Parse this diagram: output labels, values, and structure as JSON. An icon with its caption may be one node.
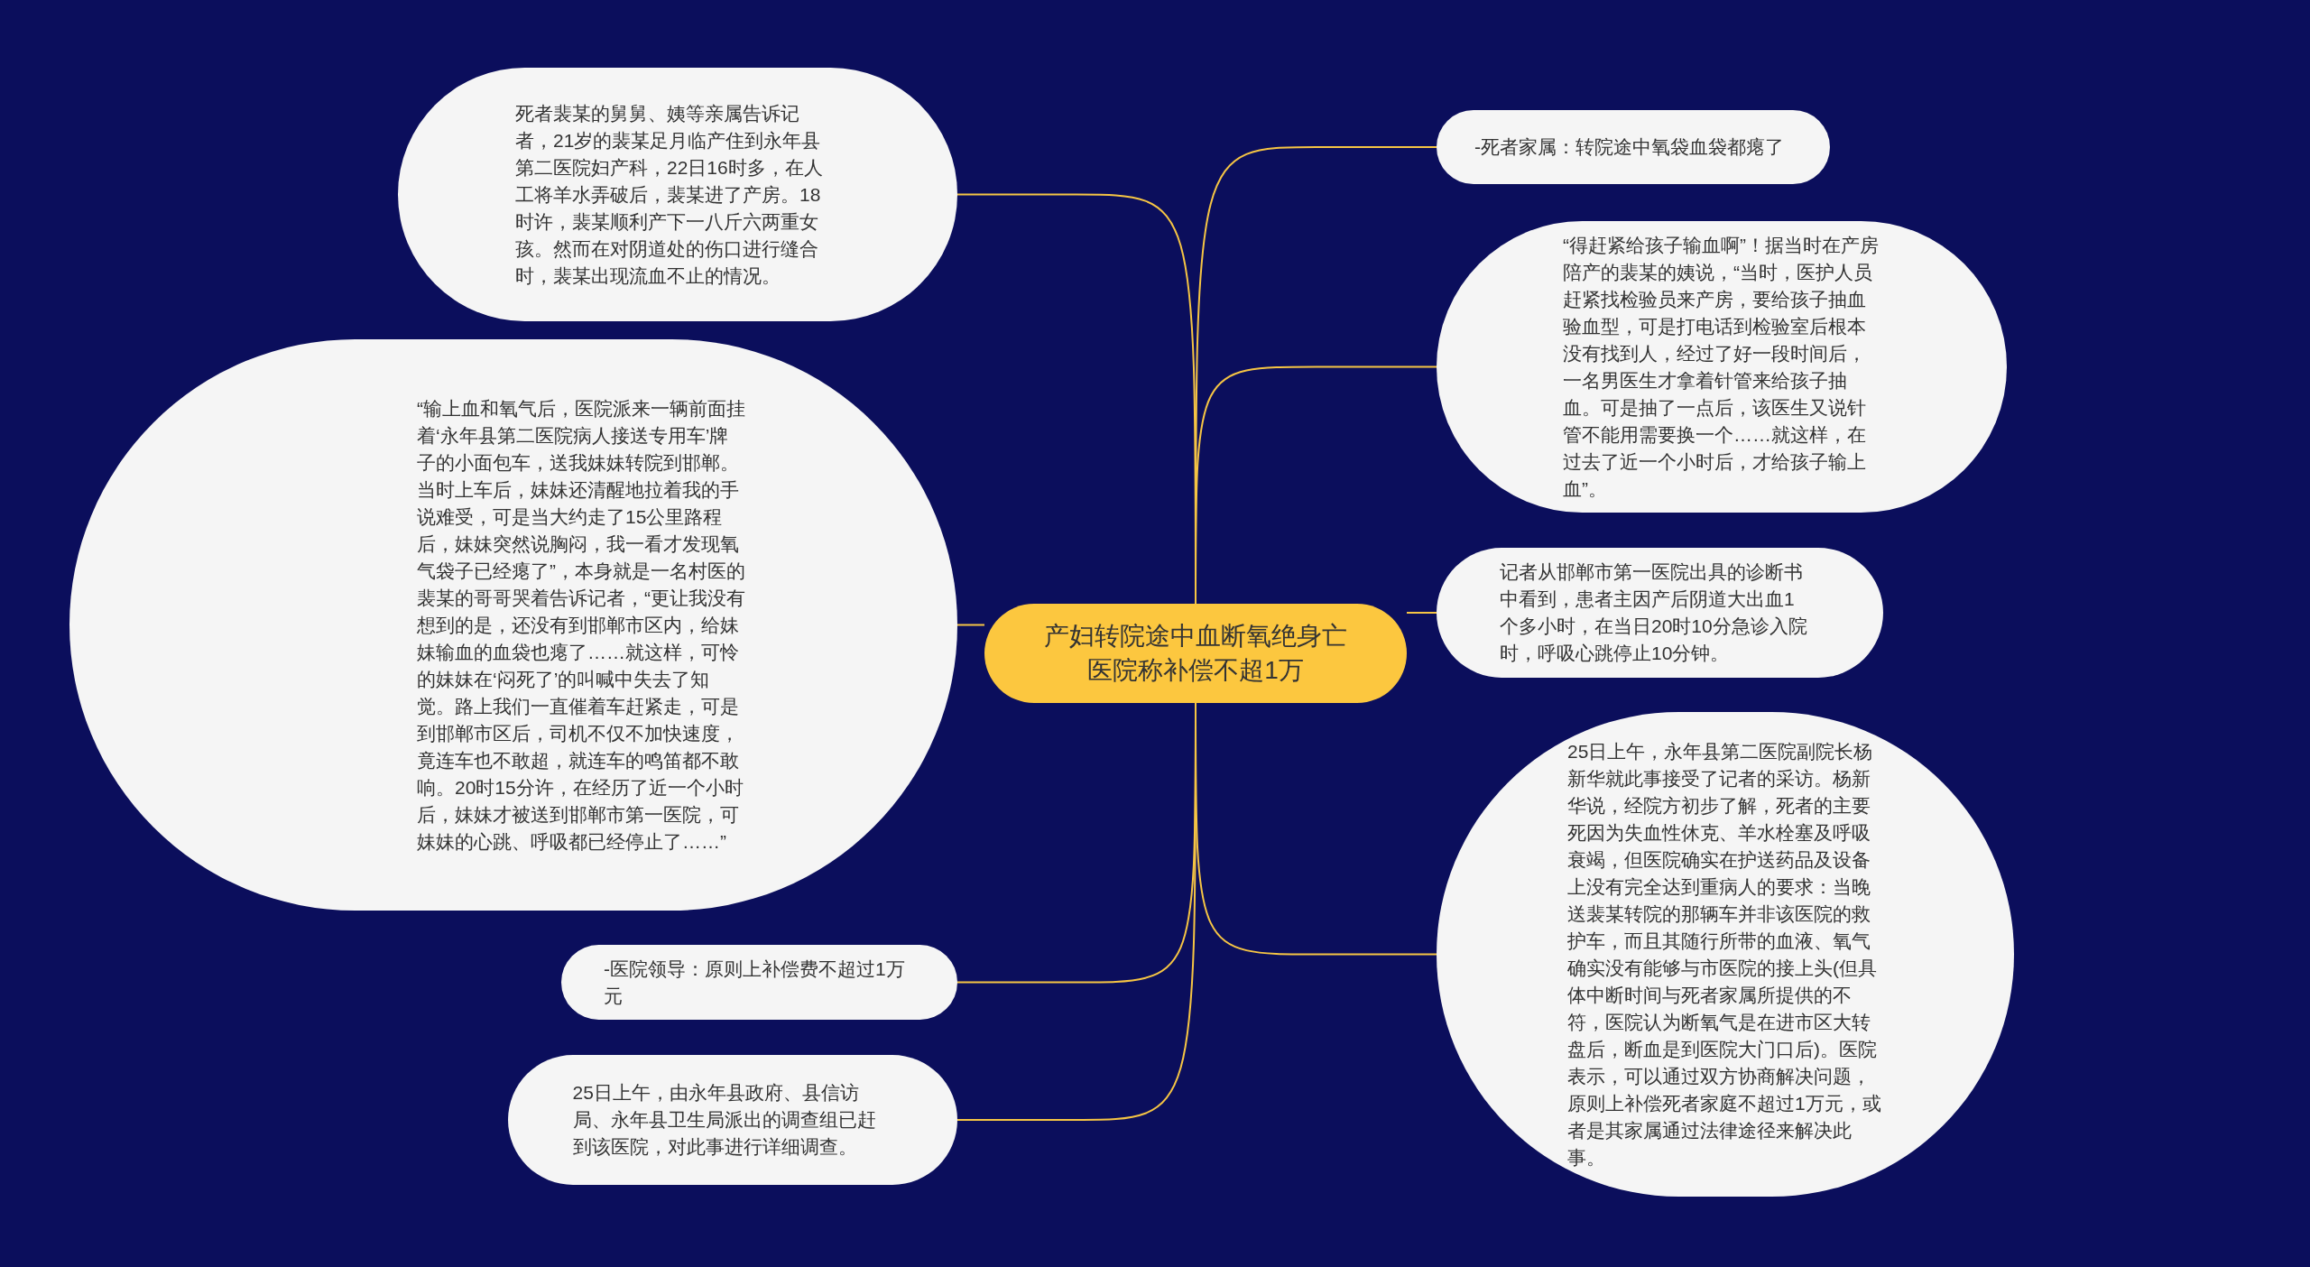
{
  "diagram": {
    "nodes": [
      {
        "text": [
          "产妇转院途中血断氧绝身亡医院称补偿不超1万"
        ]
      },
      {
        "text": [
          "死者裴某的舅舅、姨等亲属告诉记者，21岁的裴某足月临产住到永年县第二医院妇产科，22日16时多，在人工将羊水弄破后，裴某进了产房。18时许，裴某顺利产下一八斤六两重女孩。然而在对阴道处的伤口进行缝合时，裴某出现流血不止的情况。"
        ]
      },
      {
        "text": [
          "“输上血和氧气后，医院派来一辆前面挂着‘永年县第二医院病人接送专用车’牌子的小面包车，送我妹妹转院到邯郸。当时上车后，妹妹还清醒地拉着我的手说难受，可是当大约走了15公里路程后，妹妹突然说胸闷，我一看才发现氧气袋子已经瘪了”，本身就是一名村医的裴某的哥哥哭着告诉记者，“更让我没有想到的是，还没有到邯郸市区内，给妹妹输血的血袋也瘪了……就这样，可怜的妹妹在‘闷死了’的叫喊中失去了知觉。路上我们一直催着车赶紧走，可是到邯郸市区后，司机不仅不加快速度，竟连车也不敢超，就连车的鸣笛都不敢响。20时15分许，在经历了近一个小时后，妹妹才被送到邯郸市第一医院，可妹妹的心跳、呼吸都已经停止了……”"
        ]
      },
      {
        "text": [
          "-医院领导：原则上补偿费不超过1万元"
        ]
      },
      {
        "text": [
          "25日上午，由永年县政府、县信访局、永年县卫生局派出的调查组已赶到该医院，对此事进行详细调查。"
        ]
      },
      {
        "text": [
          "-死者家属：转院途中氧袋血袋都瘪了"
        ]
      },
      {
        "text": [
          "“得赶紧给孩子输血啊”！据当时在产房陪产的裴某的姨说，“当时，医护人员赶紧找检验员来产房，要给孩子抽血验血型，可是打电话到检验室后根本没有找到人，经过了好一段时间后，一名男医生才拿着针管来给孩子抽血。可是抽了一点后，该医生又说针管不能用需要换一个……就这样，在过去了近一个小时后，才给孩子输上血”。"
        ]
      },
      {
        "text": [
          "记者从邯郸市第一医院出具的诊断书中看到，患者主因产后阴道大出血1个多小时，在当日20时10分急诊入院时，呼吸心跳停止10分钟。"
        ]
      },
      {
        "text": [
          "25日上午，永年县第二医院副院长杨新华就此事接受了记者的采访。杨新华说，经院方初步了解，死者的主要死因为失血性休克、羊水栓塞及呼吸衰竭，但医院确实在护送药品及设备上没有完全达到重病人的要求：当晚送裴某转院的那辆车并非该医院的救护车，而且其随行所带的血液、氧气确实没有能够与市医院的接上头(但具体中断时间与死者家属所提供的不符，医院认为断氧气是在进市区大转盘后，断血是到医院大门口后)。医院表示，可以通过双方协商解决问题，原则上补偿死者家庭不超过1万元，或者是其家属通过法律途径来解决此事。"
        ]
      }
    ],
    "edges": [
      {
        "from": 0,
        "to": 1,
        "arrow": "none"
      },
      {
        "from": 0,
        "to": 2,
        "arrow": "none"
      },
      {
        "from": 0,
        "to": 3,
        "arrow": "none"
      },
      {
        "from": 0,
        "to": 4,
        "arrow": "none"
      },
      {
        "from": 0,
        "to": 5,
        "arrow": "none"
      },
      {
        "from": 0,
        "to": 6,
        "arrow": "none"
      },
      {
        "from": 0,
        "to": 7,
        "arrow": "none"
      },
      {
        "from": 0,
        "to": 8,
        "arrow": "none"
      }
    ]
  }
}
